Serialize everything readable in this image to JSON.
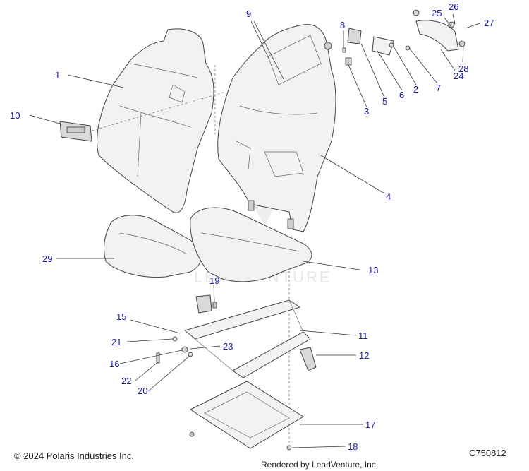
{
  "callouts": [
    "1",
    "2",
    "3",
    "4",
    "5",
    "6",
    "7",
    "8",
    "9",
    "10",
    "11",
    "12",
    "13",
    "15",
    "16",
    "17",
    "18",
    "19",
    "20",
    "21",
    "22",
    "23",
    "24",
    "25",
    "26",
    "27",
    "28",
    "29"
  ],
  "watermark": "LEADVENTURE",
  "footer": {
    "copyright": "© 2024 Polaris Industries Inc.",
    "diagram_code": "C750812",
    "rendered_by": "Rendered by LeadVenture, Inc."
  }
}
